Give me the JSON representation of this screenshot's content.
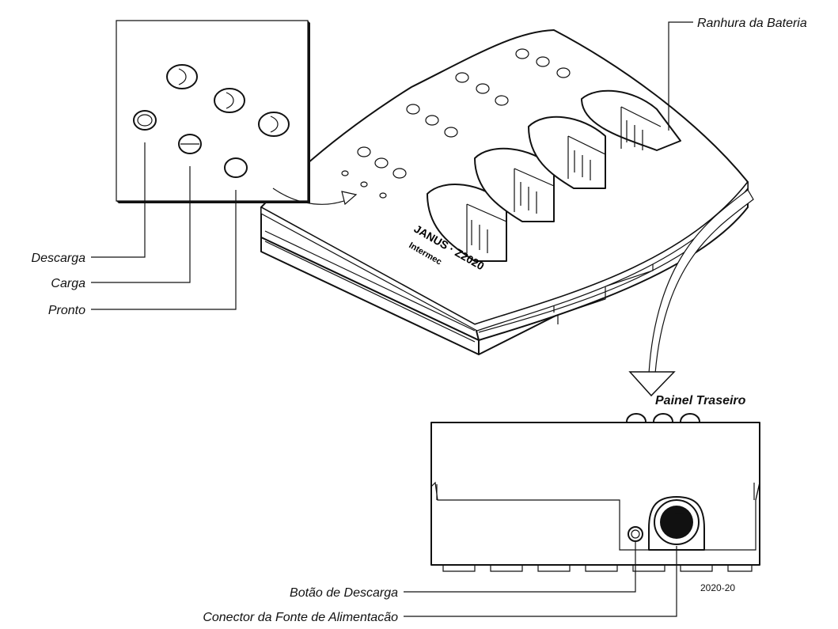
{
  "labels": {
    "battery_slot": "Ranhura da Bateria",
    "discharge": "Descarga",
    "charge": "Carga",
    "ready": "Pronto",
    "rear_panel": "Painel Traseiro",
    "discharge_button": "Botão de Descarga",
    "power_connector": "Conector da Fonte de Alimentacão",
    "figure_id": "2020-20",
    "brand_model": "JANUS · Z2020",
    "brand": "Intermec"
  }
}
